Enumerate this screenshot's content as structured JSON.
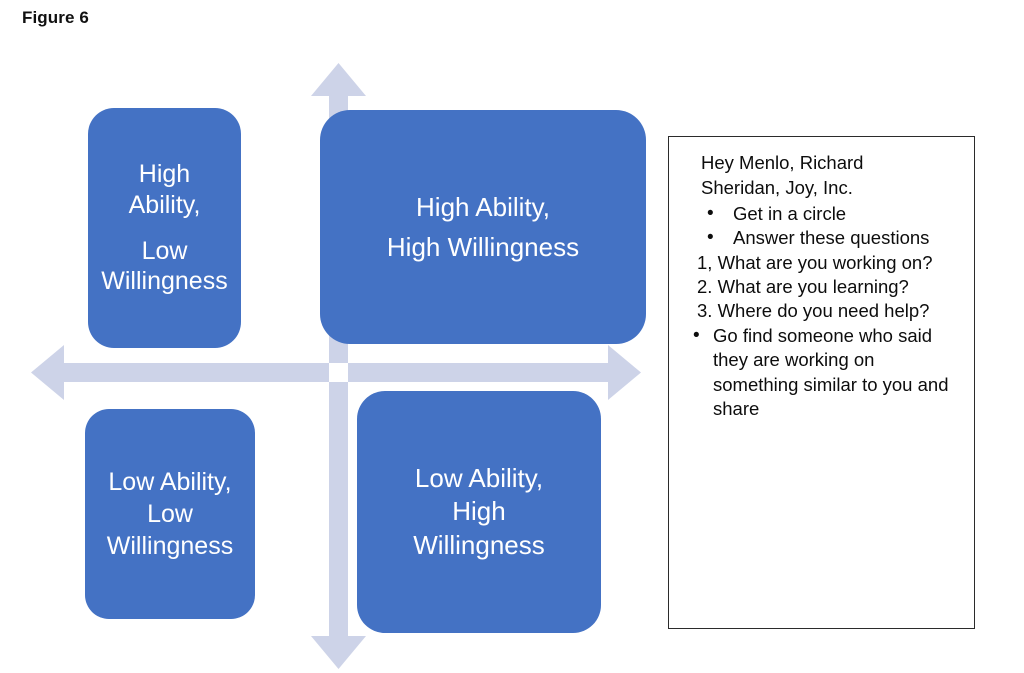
{
  "figure": {
    "label": "Figure 6"
  },
  "axes": {
    "vertical_axis_name": "willingness-axis",
    "horizontal_axis_name": "ability-axis",
    "arrow_color": "#CDD3E8",
    "arrow_up_name": "arrow-up-icon",
    "arrow_down_name": "arrow-down-icon",
    "arrow_left_name": "arrow-left-icon",
    "arrow_right_name": "arrow-right-icon"
  },
  "matrix": {
    "box_color": "#4472C4",
    "text_color": "#FFFFFF",
    "quadrants": [
      {
        "id": "high-ability-low-willingness",
        "position": "top-left",
        "lines": [
          "High",
          "Ability,"
        ],
        "lines2": [
          "Low",
          "Willingness"
        ]
      },
      {
        "id": "high-ability-high-willingness",
        "position": "top-right",
        "lines": [
          "High Ability,",
          "High Willingness"
        ]
      },
      {
        "id": "low-ability-low-willingness",
        "position": "bottom-left",
        "lines": [
          "Low Ability,",
          "Low",
          "Willingness"
        ]
      },
      {
        "id": "low-ability-high-willingness",
        "position": "bottom-right",
        "lines": [
          "Low Ability,",
          "High",
          "Willingness"
        ]
      }
    ]
  },
  "note": {
    "heading_line1": "Hey Menlo, Richard",
    "heading_line2": "Sheridan, Joy, Inc.",
    "bullets": [
      "Get in a circle",
      "Answer these questions"
    ],
    "numbered": [
      "1,  What are you working on?",
      "2.  What are you learning?",
      "3.  Where do you need help?"
    ],
    "final_bullet": "Go find someone who said they are working on something similar to you and share"
  }
}
